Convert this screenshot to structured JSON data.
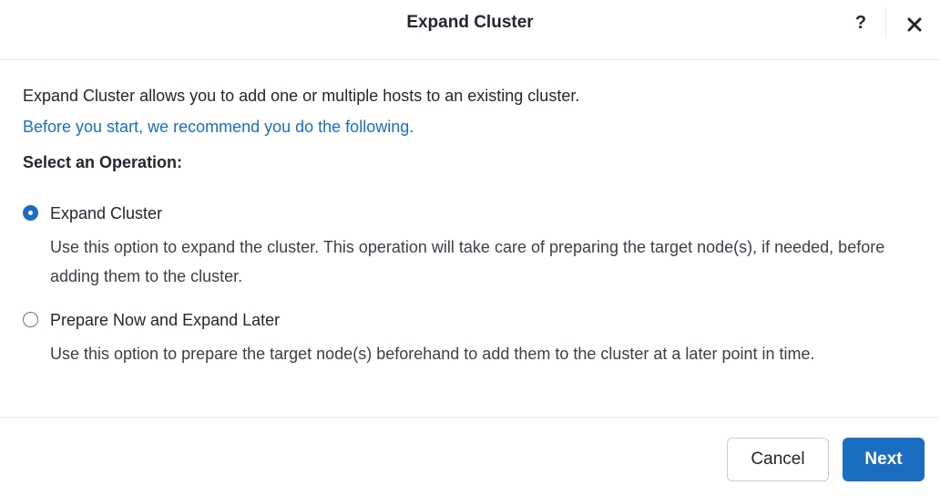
{
  "dialog": {
    "title": "Expand Cluster",
    "help_label": "?",
    "close_icon": "close-icon"
  },
  "body": {
    "intro": "Expand Cluster allows you to add one or multiple hosts to an existing cluster.",
    "recommend_link": "Before you start, we recommend you do the following.",
    "operation_heading": "Select an Operation:",
    "options": [
      {
        "label": "Expand Cluster",
        "description": "Use this option to expand the cluster. This operation will take care of preparing the target node(s), if needed, before adding them to the cluster.",
        "selected": true
      },
      {
        "label": "Prepare Now and Expand Later",
        "description": "Use this option to prepare the target node(s) beforehand to add them to the cluster at a later point in time.",
        "selected": false
      }
    ]
  },
  "footer": {
    "cancel_label": "Cancel",
    "next_label": "Next"
  },
  "colors": {
    "accent": "#1b6dc1",
    "text": "#22272e",
    "border": "#e6e9ee"
  }
}
